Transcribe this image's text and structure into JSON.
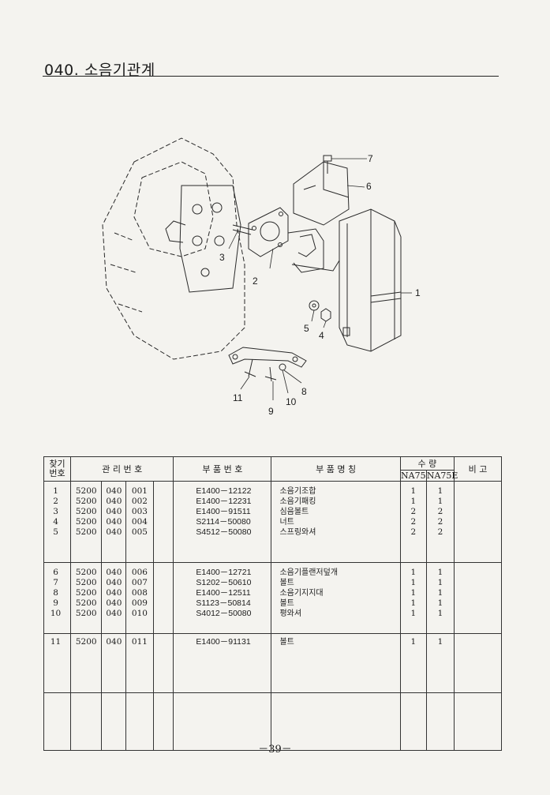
{
  "page": {
    "title": "040. 소음기관계",
    "page_number": "－39－"
  },
  "diagram": {
    "callouts": [
      "1",
      "2",
      "3",
      "4",
      "5",
      "6",
      "7",
      "8",
      "9",
      "10",
      "11"
    ]
  },
  "table": {
    "headers": {
      "find_no": "찾기\n번호",
      "mgmt_no": "관 리 번 호",
      "part_no": "부 품 번 호",
      "part_name": "부 품 명 칭",
      "qty": "수   량",
      "qty_na75": "NA75",
      "qty_na75e": "NA75E",
      "remarks": "비  고"
    },
    "groups": [
      {
        "rows": [
          {
            "no": "1",
            "a": "5200",
            "b": "040",
            "c": "001",
            "part": "E1400－12122",
            "name": "소음기조합",
            "q1": "1",
            "q2": "1"
          },
          {
            "no": "2",
            "a": "5200",
            "b": "040",
            "c": "002",
            "part": "E1400－12231",
            "name": "소음기패킹",
            "q1": "1",
            "q2": "1"
          },
          {
            "no": "3",
            "a": "5200",
            "b": "040",
            "c": "003",
            "part": "E1400－91511",
            "name": "심음볼트",
            "q1": "2",
            "q2": "2"
          },
          {
            "no": "4",
            "a": "5200",
            "b": "040",
            "c": "004",
            "part": "S2114－50080",
            "name": "너트",
            "q1": "2",
            "q2": "2"
          },
          {
            "no": "5",
            "a": "5200",
            "b": "040",
            "c": "005",
            "part": "S4512－50080",
            "name": "스프링와셔",
            "q1": "2",
            "q2": "2"
          }
        ]
      },
      {
        "rows": [
          {
            "no": "6",
            "a": "5200",
            "b": "040",
            "c": "006",
            "part": "E1400－12721",
            "name": "소음기플랜저덮개",
            "q1": "1",
            "q2": "1"
          },
          {
            "no": "7",
            "a": "5200",
            "b": "040",
            "c": "007",
            "part": "S1202－50610",
            "name": "볼트",
            "q1": "1",
            "q2": "1"
          },
          {
            "no": "8",
            "a": "5200",
            "b": "040",
            "c": "008",
            "part": "E1400－12511",
            "name": "소음기지지대",
            "q1": "1",
            "q2": "1"
          },
          {
            "no": "9",
            "a": "5200",
            "b": "040",
            "c": "009",
            "part": "S1123－50814",
            "name": "볼트",
            "q1": "1",
            "q2": "1"
          },
          {
            "no": "10",
            "a": "5200",
            "b": "040",
            "c": "010",
            "part": "S4012－50080",
            "name": "평와셔",
            "q1": "1",
            "q2": "1"
          }
        ]
      },
      {
        "rows": [
          {
            "no": "11",
            "a": "5200",
            "b": "040",
            "c": "011",
            "part": "E1400－91131",
            "name": "볼트",
            "q1": "1",
            "q2": "1"
          }
        ]
      }
    ]
  }
}
